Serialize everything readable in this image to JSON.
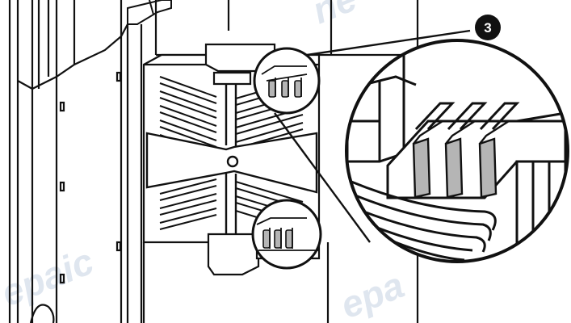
{
  "figure": {
    "callout_label": "3",
    "watermark_fragments": [
      "ne",
      "ne",
      "epaic",
      "epa"
    ]
  },
  "colors": {
    "line": "#111111",
    "paper": "#ffffff",
    "tab_fill": "#b5b5b5",
    "callout_badge": "#111111",
    "watermark": "#dfe6ef"
  }
}
